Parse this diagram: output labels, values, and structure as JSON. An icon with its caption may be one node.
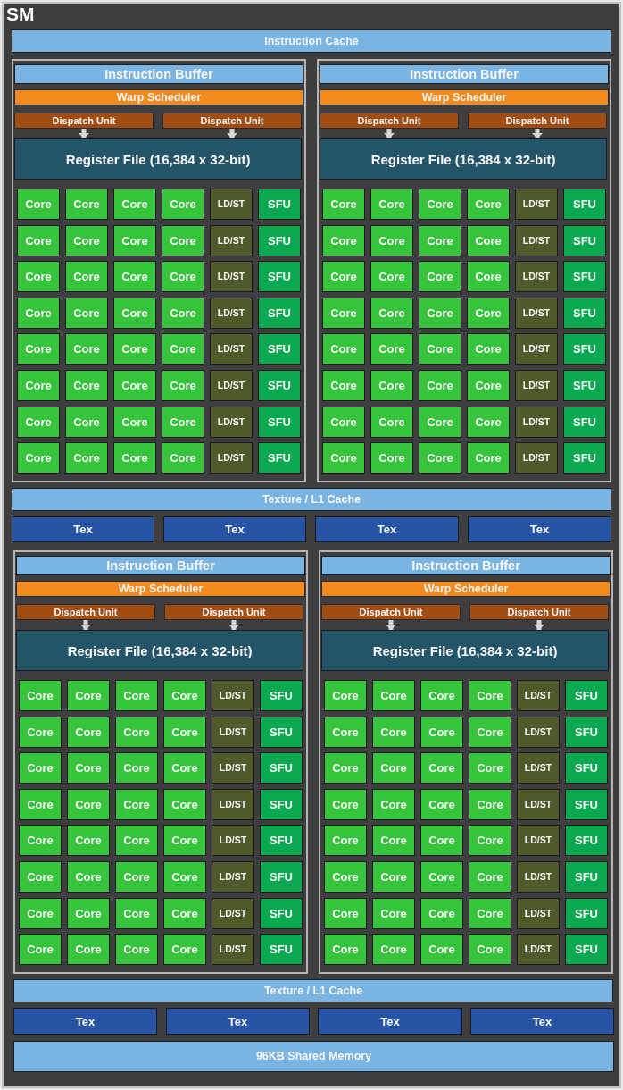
{
  "diagram": {
    "nodes": [
      {
        "text": [
          "SM"
        ]
      },
      {
        "text": [
          "Instruction Cache"
        ],
        "in": 0
      },
      {
        "text": [],
        "shape": "box",
        "in": 0
      },
      {
        "text": [
          "Instruction Buffer"
        ],
        "in": 2
      },
      {
        "text": [
          "Warp Scheduler"
        ],
        "in": 2
      },
      {
        "text": [
          "Dispatch Unit"
        ],
        "in": 2
      },
      {
        "text": [
          "Dispatch Unit"
        ],
        "in": 2
      },
      {
        "text": [
          "Register File (16,384 x 32-bit)"
        ],
        "in": 2
      },
      {
        "text": [
          "Core"
        ],
        "in": 2
      },
      {
        "text": [
          "Core"
        ],
        "in": 2
      },
      {
        "text": [
          "Core"
        ],
        "in": 2
      },
      {
        "text": [
          "Core"
        ],
        "in": 2
      },
      {
        "text": [
          "LD/ST"
        ],
        "in": 2
      },
      {
        "text": [
          "SFU"
        ],
        "in": 2
      },
      {
        "text": [
          "Core"
        ],
        "in": 2
      },
      {
        "text": [
          "Core"
        ],
        "in": 2
      },
      {
        "text": [
          "Core"
        ],
        "in": 2
      },
      {
        "text": [
          "Core"
        ],
        "in": 2
      },
      {
        "text": [
          "LD/ST"
        ],
        "in": 2
      },
      {
        "text": [
          "SFU"
        ],
        "in": 2
      },
      {
        "text": [
          "Core"
        ],
        "in": 2
      },
      {
        "text": [
          "Core"
        ],
        "in": 2
      },
      {
        "text": [
          "Core"
        ],
        "in": 2
      },
      {
        "text": [
          "Core"
        ],
        "in": 2
      },
      {
        "text": [
          "LD/ST"
        ],
        "in": 2
      },
      {
        "text": [
          "SFU"
        ],
        "in": 2
      },
      {
        "text": [
          "Core"
        ],
        "in": 2
      },
      {
        "text": [
          "Core"
        ],
        "in": 2
      },
      {
        "text": [
          "Core"
        ],
        "in": 2
      },
      {
        "text": [
          "Core"
        ],
        "in": 2
      },
      {
        "text": [
          "LD/ST"
        ],
        "in": 2
      },
      {
        "text": [
          "SFU"
        ],
        "in": 2
      },
      {
        "text": [
          "Core"
        ],
        "in": 2
      },
      {
        "text": [
          "Core"
        ],
        "in": 2
      },
      {
        "text": [
          "Core"
        ],
        "in": 2
      },
      {
        "text": [
          "Core"
        ],
        "in": 2
      },
      {
        "text": [
          "LD/ST"
        ],
        "in": 2
      },
      {
        "text": [
          "SFU"
        ],
        "in": 2
      },
      {
        "text": [
          "Core"
        ],
        "in": 2
      },
      {
        "text": [
          "Core"
        ],
        "in": 2
      },
      {
        "text": [
          "Core"
        ],
        "in": 2
      },
      {
        "text": [
          "Core"
        ],
        "in": 2
      },
      {
        "text": [
          "LD/ST"
        ],
        "in": 2
      },
      {
        "text": [
          "SFU"
        ],
        "in": 2
      },
      {
        "text": [
          "Core"
        ],
        "in": 2
      },
      {
        "text": [
          "Core"
        ],
        "in": 2
      },
      {
        "text": [
          "Core"
        ],
        "in": 2
      },
      {
        "text": [
          "Core"
        ],
        "in": 2
      },
      {
        "text": [
          "LD/ST"
        ],
        "in": 2
      },
      {
        "text": [
          "SFU"
        ],
        "in": 2
      },
      {
        "text": [
          "Core"
        ],
        "in": 2
      },
      {
        "text": [
          "Core"
        ],
        "in": 2
      },
      {
        "text": [
          "Core"
        ],
        "in": 2
      },
      {
        "text": [
          "Core"
        ],
        "in": 2
      },
      {
        "text": [
          "LD/ST"
        ],
        "in": 2
      },
      {
        "text": [
          "SFU"
        ],
        "in": 2
      },
      {
        "text": [],
        "shape": "box",
        "in": 0
      },
      {
        "text": [
          "Instruction Buffer"
        ],
        "in": 56
      },
      {
        "text": [
          "Warp Scheduler"
        ],
        "in": 56
      },
      {
        "text": [
          "Dispatch Unit"
        ],
        "in": 56
      },
      {
        "text": [
          "Dispatch Unit"
        ],
        "in": 56
      },
      {
        "text": [
          "Register File (16,384 x 32-bit)"
        ],
        "in": 56
      },
      {
        "text": [
          "Core"
        ],
        "in": 56
      },
      {
        "text": [
          "Core"
        ],
        "in": 56
      },
      {
        "text": [
          "Core"
        ],
        "in": 56
      },
      {
        "text": [
          "Core"
        ],
        "in": 56
      },
      {
        "text": [
          "LD/ST"
        ],
        "in": 56
      },
      {
        "text": [
          "SFU"
        ],
        "in": 56
      },
      {
        "text": [
          "Core"
        ],
        "in": 56
      },
      {
        "text": [
          "Core"
        ],
        "in": 56
      },
      {
        "text": [
          "Core"
        ],
        "in": 56
      },
      {
        "text": [
          "Core"
        ],
        "in": 56
      },
      {
        "text": [
          "LD/ST"
        ],
        "in": 56
      },
      {
        "text": [
          "SFU"
        ],
        "in": 56
      },
      {
        "text": [
          "Core"
        ],
        "in": 56
      },
      {
        "text": [
          "Core"
        ],
        "in": 56
      },
      {
        "text": [
          "Core"
        ],
        "in": 56
      },
      {
        "text": [
          "Core"
        ],
        "in": 56
      },
      {
        "text": [
          "LD/ST"
        ],
        "in": 56
      },
      {
        "text": [
          "SFU"
        ],
        "in": 56
      },
      {
        "text": [
          "Core"
        ],
        "in": 56
      },
      {
        "text": [
          "Core"
        ],
        "in": 56
      },
      {
        "text": [
          "Core"
        ],
        "in": 56
      },
      {
        "text": [
          "Core"
        ],
        "in": 56
      },
      {
        "text": [
          "LD/ST"
        ],
        "in": 56
      },
      {
        "text": [
          "SFU"
        ],
        "in": 56
      },
      {
        "text": [
          "Core"
        ],
        "in": 56
      },
      {
        "text": [
          "Core"
        ],
        "in": 56
      },
      {
        "text": [
          "Core"
        ],
        "in": 56
      },
      {
        "text": [
          "Core"
        ],
        "in": 56
      },
      {
        "text": [
          "LD/ST"
        ],
        "in": 56
      },
      {
        "text": [
          "SFU"
        ],
        "in": 56
      },
      {
        "text": [
          "Core"
        ],
        "in": 56
      },
      {
        "text": [
          "Core"
        ],
        "in": 56
      },
      {
        "text": [
          "Core"
        ],
        "in": 56
      },
      {
        "text": [
          "Core"
        ],
        "in": 56
      },
      {
        "text": [
          "LD/ST"
        ],
        "in": 56
      },
      {
        "text": [
          "SFU"
        ],
        "in": 56
      },
      {
        "text": [
          "Core"
        ],
        "in": 56
      },
      {
        "text": [
          "Core"
        ],
        "in": 56
      },
      {
        "text": [
          "Core"
        ],
        "in": 56
      },
      {
        "text": [
          "Core"
        ],
        "in": 56
      },
      {
        "text": [
          "LD/ST"
        ],
        "in": 56
      },
      {
        "text": [
          "SFU"
        ],
        "in": 56
      },
      {
        "text": [
          "Core"
        ],
        "in": 56
      },
      {
        "text": [
          "Core"
        ],
        "in": 56
      },
      {
        "text": [
          "Core"
        ],
        "in": 56
      },
      {
        "text": [
          "Core"
        ],
        "in": 56
      },
      {
        "text": [
          "LD/ST"
        ],
        "in": 56
      },
      {
        "text": [
          "SFU"
        ],
        "in": 56
      },
      {
        "text": [
          "Texture / L1 Cache"
        ],
        "in": 0
      },
      {
        "text": [
          "Tex"
        ],
        "in": 0
      },
      {
        "text": [
          "Tex"
        ],
        "in": 0
      },
      {
        "text": [
          "Tex"
        ],
        "in": 0
      },
      {
        "text": [
          "Tex"
        ],
        "in": 0
      },
      {
        "text": [],
        "shape": "box",
        "in": 0
      },
      {
        "text": [
          "Instruction Buffer"
        ],
        "in": 115
      },
      {
        "text": [
          "Warp Scheduler"
        ],
        "in": 115
      },
      {
        "text": [
          "Dispatch Unit"
        ],
        "in": 115
      },
      {
        "text": [
          "Dispatch Unit"
        ],
        "in": 115
      },
      {
        "text": [
          "Register File (16,384 x 32-bit)"
        ],
        "in": 115
      },
      {
        "text": [
          "Core"
        ],
        "in": 115
      },
      {
        "text": [
          "Core"
        ],
        "in": 115
      },
      {
        "text": [
          "Core"
        ],
        "in": 115
      },
      {
        "text": [
          "Core"
        ],
        "in": 115
      },
      {
        "text": [
          "LD/ST"
        ],
        "in": 115
      },
      {
        "text": [
          "SFU"
        ],
        "in": 115
      },
      {
        "text": [
          "Core"
        ],
        "in": 115
      },
      {
        "text": [
          "Core"
        ],
        "in": 115
      },
      {
        "text": [
          "Core"
        ],
        "in": 115
      },
      {
        "text": [
          "Core"
        ],
        "in": 115
      },
      {
        "text": [
          "LD/ST"
        ],
        "in": 115
      },
      {
        "text": [
          "SFU"
        ],
        "in": 115
      },
      {
        "text": [
          "Core"
        ],
        "in": 115
      },
      {
        "text": [
          "Core"
        ],
        "in": 115
      },
      {
        "text": [
          "Core"
        ],
        "in": 115
      },
      {
        "text": [
          "Core"
        ],
        "in": 115
      },
      {
        "text": [
          "LD/ST"
        ],
        "in": 115
      },
      {
        "text": [
          "SFU"
        ],
        "in": 115
      },
      {
        "text": [
          "Core"
        ],
        "in": 115
      },
      {
        "text": [
          "Core"
        ],
        "in": 115
      },
      {
        "text": [
          "Core"
        ],
        "in": 115
      },
      {
        "text": [
          "Core"
        ],
        "in": 115
      },
      {
        "text": [
          "LD/ST"
        ],
        "in": 115
      },
      {
        "text": [
          "SFU"
        ],
        "in": 115
      },
      {
        "text": [
          "Core"
        ],
        "in": 115
      },
      {
        "text": [
          "Core"
        ],
        "in": 115
      },
      {
        "text": [
          "Core"
        ],
        "in": 115
      },
      {
        "text": [
          "Core"
        ],
        "in": 115
      },
      {
        "text": [
          "LD/ST"
        ],
        "in": 115
      },
      {
        "text": [
          "SFU"
        ],
        "in": 115
      },
      {
        "text": [
          "Core"
        ],
        "in": 115
      },
      {
        "text": [
          "Core"
        ],
        "in": 115
      },
      {
        "text": [
          "Core"
        ],
        "in": 115
      },
      {
        "text": [
          "Core"
        ],
        "in": 115
      },
      {
        "text": [
          "LD/ST"
        ],
        "in": 115
      },
      {
        "text": [
          "SFU"
        ],
        "in": 115
      },
      {
        "text": [
          "Core"
        ],
        "in": 115
      },
      {
        "text": [
          "Core"
        ],
        "in": 115
      },
      {
        "text": [
          "Core"
        ],
        "in": 115
      },
      {
        "text": [
          "Core"
        ],
        "in": 115
      },
      {
        "text": [
          "LD/ST"
        ],
        "in": 115
      },
      {
        "text": [
          "SFU"
        ],
        "in": 115
      },
      {
        "text": [
          "Core"
        ],
        "in": 115
      },
      {
        "text": [
          "Core"
        ],
        "in": 115
      },
      {
        "text": [
          "Core"
        ],
        "in": 115
      },
      {
        "text": [
          "Core"
        ],
        "in": 115
      },
      {
        "text": [
          "LD/ST"
        ],
        "in": 115
      },
      {
        "text": [
          "SFU"
        ],
        "in": 115
      },
      {
        "text": [],
        "shape": "box",
        "in": 0
      },
      {
        "text": [
          "Instruction Buffer"
        ],
        "in": 169
      },
      {
        "text": [
          "Warp Scheduler"
        ],
        "in": 169
      },
      {
        "text": [
          "Dispatch Unit"
        ],
        "in": 169
      },
      {
        "text": [
          "Dispatch Unit"
        ],
        "in": 169
      },
      {
        "text": [
          "Register File (16,384 x 32-bit)"
        ],
        "in": 169
      },
      {
        "text": [
          "Core"
        ],
        "in": 169
      },
      {
        "text": [
          "Core"
        ],
        "in": 169
      },
      {
        "text": [
          "Core"
        ],
        "in": 169
      },
      {
        "text": [
          "Core"
        ],
        "in": 169
      },
      {
        "text": [
          "LD/ST"
        ],
        "in": 169
      },
      {
        "text": [
          "SFU"
        ],
        "in": 169
      },
      {
        "text": [
          "Core"
        ],
        "in": 169
      },
      {
        "text": [
          "Core"
        ],
        "in": 169
      },
      {
        "text": [
          "Core"
        ],
        "in": 169
      },
      {
        "text": [
          "Core"
        ],
        "in": 169
      },
      {
        "text": [
          "LD/ST"
        ],
        "in": 169
      },
      {
        "text": [
          "SFU"
        ],
        "in": 169
      },
      {
        "text": [
          "Core"
        ],
        "in": 169
      },
      {
        "text": [
          "Core"
        ],
        "in": 169
      },
      {
        "text": [
          "Core"
        ],
        "in": 169
      },
      {
        "text": [
          "Core"
        ],
        "in": 169
      },
      {
        "text": [
          "LD/ST"
        ],
        "in": 169
      },
      {
        "text": [
          "SFU"
        ],
        "in": 169
      },
      {
        "text": [
          "Core"
        ],
        "in": 169
      },
      {
        "text": [
          "Core"
        ],
        "in": 169
      },
      {
        "text": [
          "Core"
        ],
        "in": 169
      },
      {
        "text": [
          "Core"
        ],
        "in": 169
      },
      {
        "text": [
          "LD/ST"
        ],
        "in": 169
      },
      {
        "text": [
          "SFU"
        ],
        "in": 169
      },
      {
        "text": [
          "Core"
        ],
        "in": 169
      },
      {
        "text": [
          "Core"
        ],
        "in": 169
      },
      {
        "text": [
          "Core"
        ],
        "in": 169
      },
      {
        "text": [
          "Core"
        ],
        "in": 169
      },
      {
        "text": [
          "LD/ST"
        ],
        "in": 169
      },
      {
        "text": [
          "SFU"
        ],
        "in": 169
      },
      {
        "text": [
          "Core"
        ],
        "in": 169
      },
      {
        "text": [
          "Core"
        ],
        "in": 169
      },
      {
        "text": [
          "Core"
        ],
        "in": 169
      },
      {
        "text": [
          "Core"
        ],
        "in": 169
      },
      {
        "text": [
          "LD/ST"
        ],
        "in": 169
      },
      {
        "text": [
          "SFU"
        ],
        "in": 169
      },
      {
        "text": [
          "Core"
        ],
        "in": 169
      },
      {
        "text": [
          "Core"
        ],
        "in": 169
      },
      {
        "text": [
          "Core"
        ],
        "in": 169
      },
      {
        "text": [
          "Core"
        ],
        "in": 169
      },
      {
        "text": [
          "LD/ST"
        ],
        "in": 169
      },
      {
        "text": [
          "SFU"
        ],
        "in": 169
      },
      {
        "text": [
          "Core"
        ],
        "in": 169
      },
      {
        "text": [
          "Core"
        ],
        "in": 169
      },
      {
        "text": [
          "Core"
        ],
        "in": 169
      },
      {
        "text": [
          "Core"
        ],
        "in": 169
      },
      {
        "text": [
          "LD/ST"
        ],
        "in": 169
      },
      {
        "text": [
          "SFU"
        ],
        "in": 169
      },
      {
        "text": [
          "Texture / L1 Cache"
        ],
        "in": 0
      },
      {
        "text": [
          "Tex"
        ],
        "in": 0
      },
      {
        "text": [
          "Tex"
        ],
        "in": 0
      },
      {
        "text": [
          "Tex"
        ],
        "in": 0
      },
      {
        "text": [
          "Tex"
        ],
        "in": 0
      },
      {
        "text": [
          "96KB Shared Memory"
        ],
        "in": 0
      }
    ],
    "edges": [
      {
        "from": 5,
        "to": 7,
        "arrow": "to"
      },
      {
        "from": 6,
        "to": 7,
        "arrow": "to"
      },
      {
        "from": 59,
        "to": 61,
        "arrow": "to"
      },
      {
        "from": 60,
        "to": 61,
        "arrow": "to"
      },
      {
        "from": 118,
        "to": 120,
        "arrow": "to"
      },
      {
        "from": 119,
        "to": 120,
        "arrow": "to"
      },
      {
        "from": 172,
        "to": 174,
        "arrow": "to"
      },
      {
        "from": 173,
        "to": 174,
        "arrow": "to"
      }
    ]
  }
}
